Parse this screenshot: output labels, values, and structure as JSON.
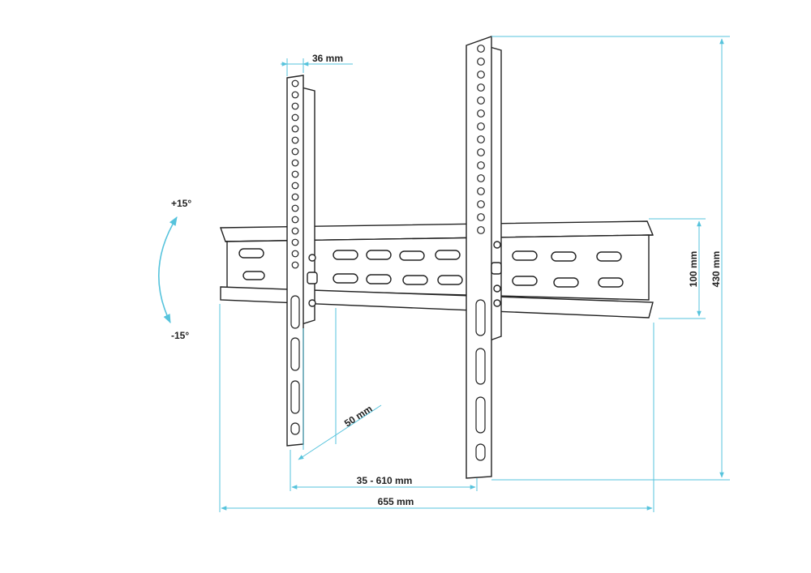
{
  "dimensions": {
    "bracket_width": "655 mm",
    "bracket_height": "430 mm",
    "rail_height": "100 mm",
    "arm_width": "36 mm",
    "arm_spacing": "35 - 610 mm",
    "wall_distance": "50 mm"
  },
  "tilt": {
    "up": "+15°",
    "down": "-15°"
  },
  "colors": {
    "line": "#222222",
    "dimension": "#56c3dc",
    "fill": "#ffffff"
  }
}
